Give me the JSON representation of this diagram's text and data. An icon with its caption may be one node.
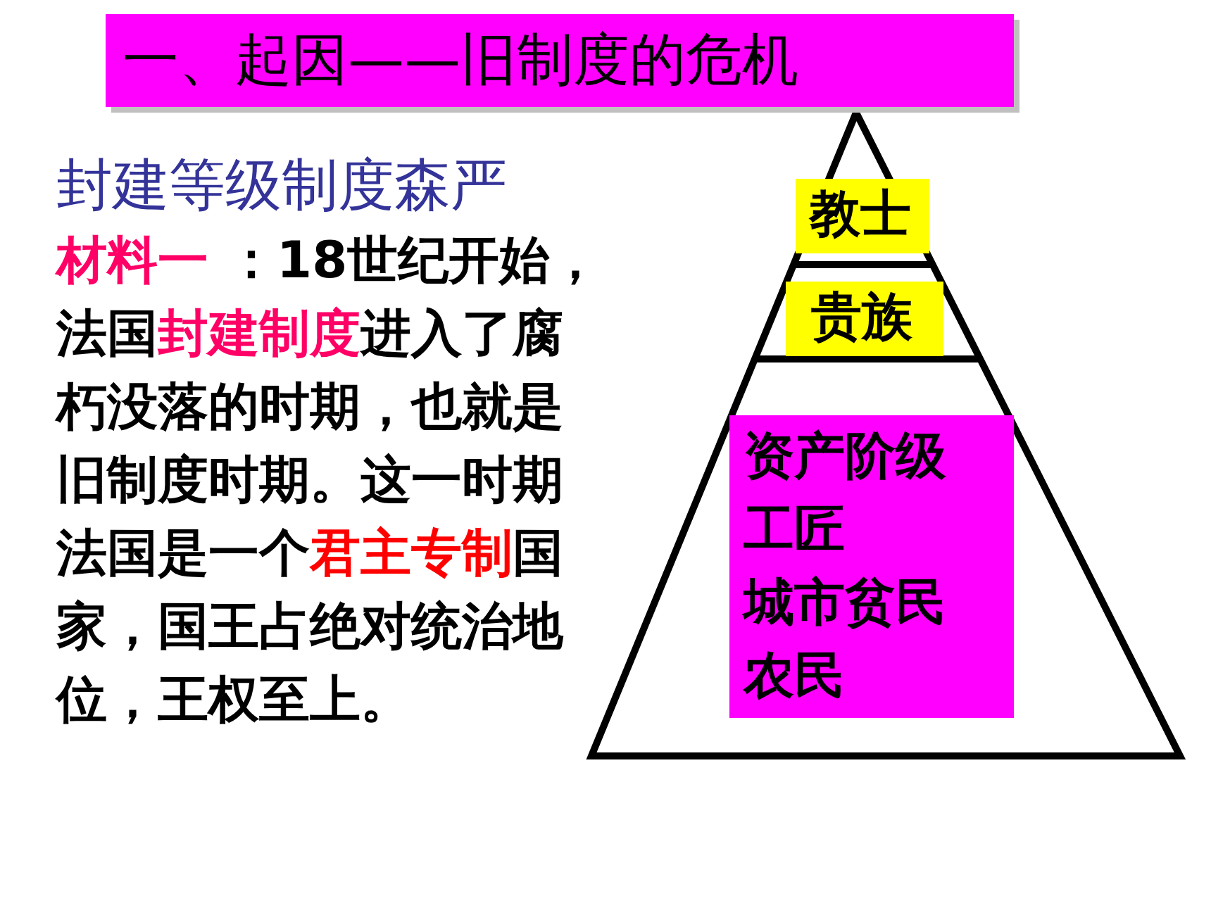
{
  "diagram": {
    "title": "一、起因——旧制度的危机",
    "nodes": [
      {
        "text": [
          "教士"
        ]
      },
      {
        "text": [
          "贵族"
        ]
      },
      {
        "text": [
          "资产阶级",
          "工匠",
          "城市贫民",
          "农民"
        ]
      }
    ],
    "labels": [
      "封建等级制度森严",
      "**材料一** ：18世纪开始，法国**封建制度**进入了腐朽没落的时期，也就是旧制度时期。这一时期法国是一个**君主专制**国家，国王占绝对统治地位，王权至上。"
    ]
  }
}
